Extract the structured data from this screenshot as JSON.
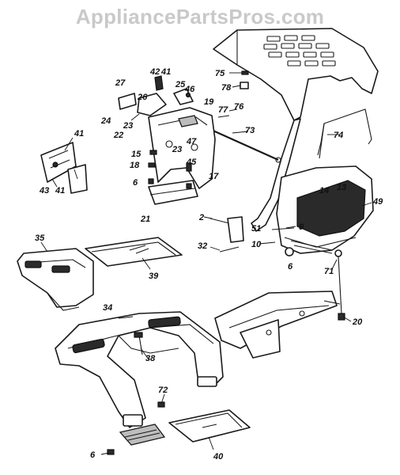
{
  "watermark": "AppliancePartsPros.com",
  "callouts": [
    {
      "id": "p2",
      "label": "2"
    },
    {
      "id": "p6a",
      "label": "6"
    },
    {
      "id": "p6b",
      "label": "6"
    },
    {
      "id": "p6c",
      "label": "6"
    },
    {
      "id": "p9",
      "label": "9"
    },
    {
      "id": "p10",
      "label": "10"
    },
    {
      "id": "p13",
      "label": "13"
    },
    {
      "id": "p14",
      "label": "14"
    },
    {
      "id": "p15",
      "label": "15"
    },
    {
      "id": "p17",
      "label": "17"
    },
    {
      "id": "p18",
      "label": "18"
    },
    {
      "id": "p19",
      "label": "19"
    },
    {
      "id": "p20",
      "label": "20"
    },
    {
      "id": "p21",
      "label": "21"
    },
    {
      "id": "p22",
      "label": "22"
    },
    {
      "id": "p23a",
      "label": "23"
    },
    {
      "id": "p23b",
      "label": "23"
    },
    {
      "id": "p24",
      "label": "24"
    },
    {
      "id": "p25",
      "label": "25"
    },
    {
      "id": "p26",
      "label": "26"
    },
    {
      "id": "p27",
      "label": "27"
    },
    {
      "id": "p32",
      "label": "32"
    },
    {
      "id": "p34",
      "label": "34"
    },
    {
      "id": "p35",
      "label": "35"
    },
    {
      "id": "p38",
      "label": "38"
    },
    {
      "id": "p39",
      "label": "39"
    },
    {
      "id": "p40",
      "label": "40"
    },
    {
      "id": "p41a",
      "label": "41"
    },
    {
      "id": "p41b",
      "label": "41"
    },
    {
      "id": "p41c",
      "label": "41"
    },
    {
      "id": "p42",
      "label": "42"
    },
    {
      "id": "p43",
      "label": "43"
    },
    {
      "id": "p45",
      "label": "45"
    },
    {
      "id": "p46",
      "label": "46"
    },
    {
      "id": "p47",
      "label": "47"
    },
    {
      "id": "p49",
      "label": "49"
    },
    {
      "id": "p51",
      "label": "51"
    },
    {
      "id": "p71",
      "label": "71"
    },
    {
      "id": "p72",
      "label": "72"
    },
    {
      "id": "p73",
      "label": "73"
    },
    {
      "id": "p74",
      "label": "74"
    },
    {
      "id": "p75",
      "label": "75"
    },
    {
      "id": "p76",
      "label": "76"
    },
    {
      "id": "p77",
      "label": "77"
    },
    {
      "id": "p78",
      "label": "78"
    }
  ]
}
